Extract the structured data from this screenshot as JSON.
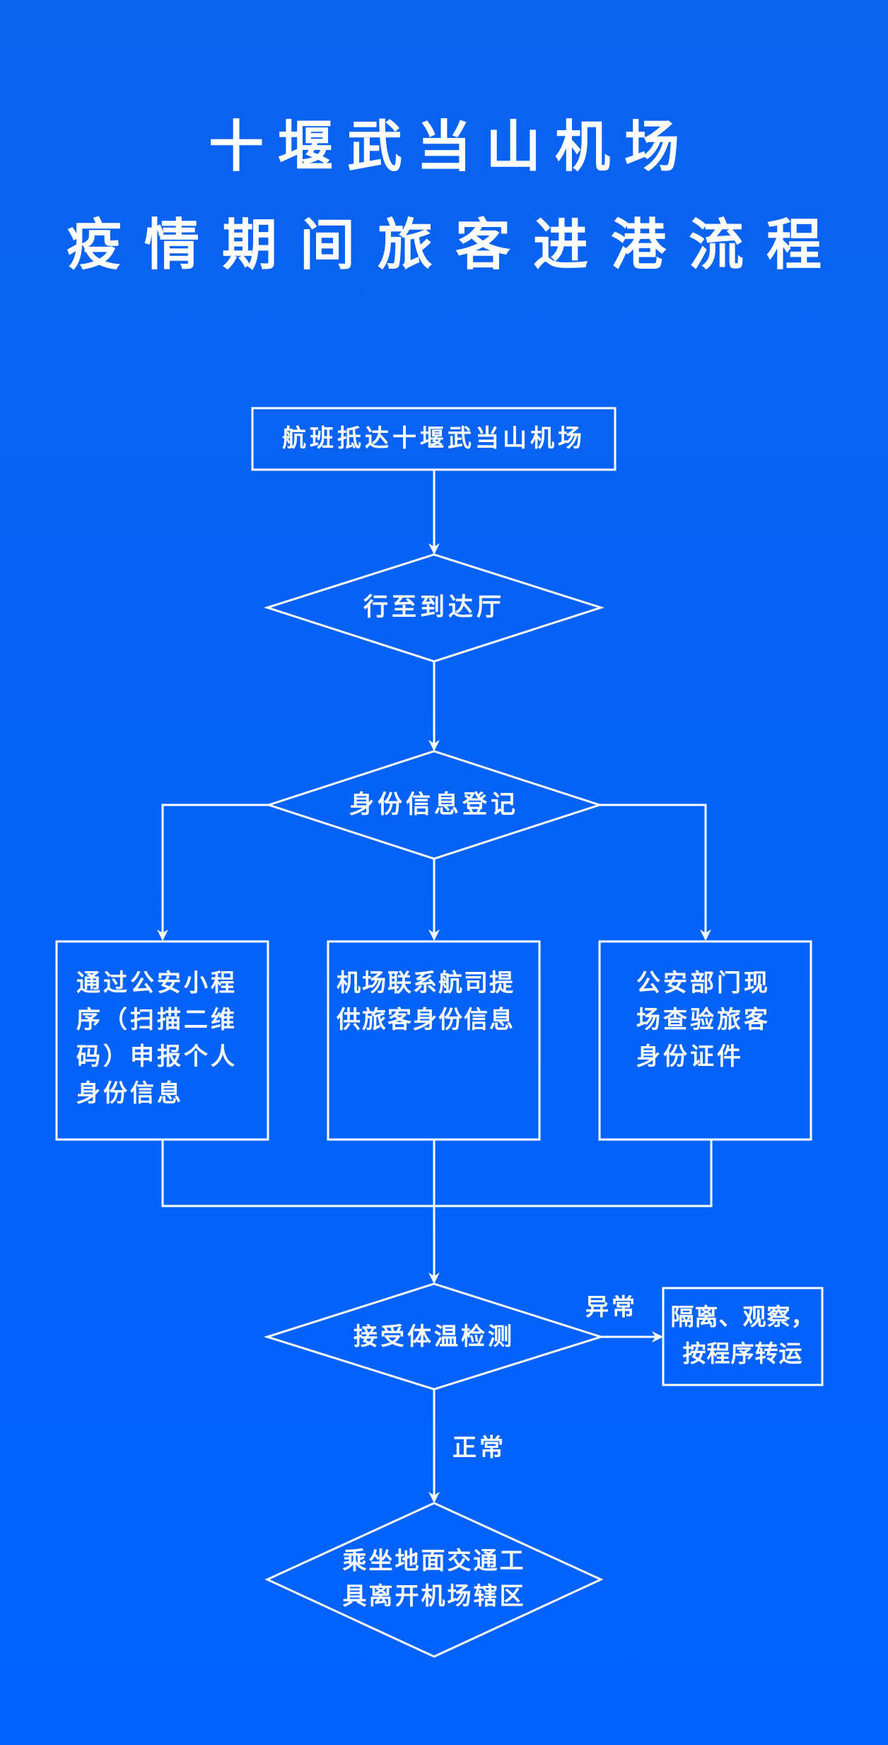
{
  "title": {
    "line1": "十堰武当山机场",
    "line2": "疫情期间旅客进港流程"
  },
  "colors": {
    "background": "#0462f7",
    "stroke": "#ffffff",
    "text": "#ffffff"
  },
  "flow": {
    "start": "航班抵达十堰武当山机场",
    "step_arrival_hall": "行至到达厅",
    "step_identity_registration": "身份信息登记",
    "branches": {
      "left_lines": [
        "通过公安小程",
        "序（扫描二维",
        "码）申报个人",
        "身份信息"
      ],
      "middle_lines": [
        "机场联系航司提",
        "供旅客身份信息"
      ],
      "right_lines": [
        "公安部门现",
        "场查验旅客",
        "身份证件"
      ]
    },
    "step_temperature_check": "接受体温检测",
    "abnormal_label": "异常",
    "abnormal_action_lines": [
      "隔离、观察，",
      "按程序转运"
    ],
    "normal_label": "正常",
    "end_lines": [
      "乘坐地面交通工",
      "具离开机场辖区"
    ]
  }
}
